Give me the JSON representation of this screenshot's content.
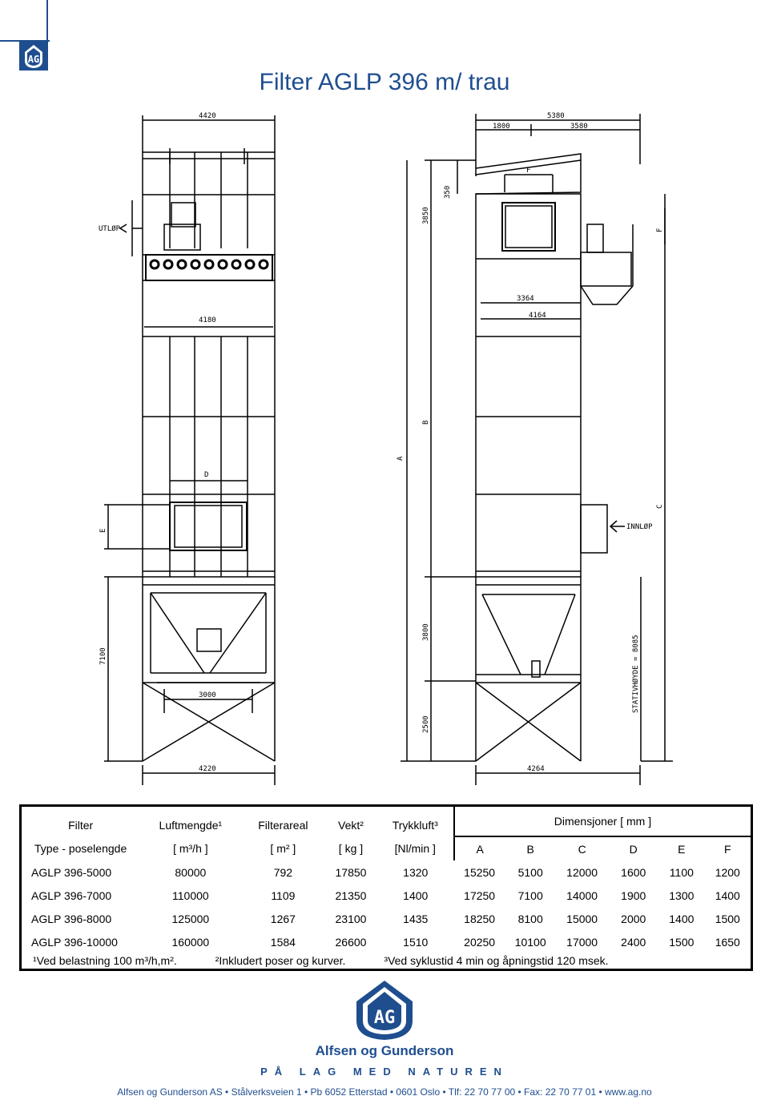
{
  "title": "Filter AGLP 396  m/ trau",
  "drawing": {
    "labels": {
      "w_top": "4420",
      "w_5380": "5380",
      "w_1800": "1800",
      "w_3580": "3580",
      "h_350": "350",
      "h_3850": "3850",
      "f_top": "F",
      "f_side": "F",
      "outlet": "UTLØP",
      "w_4180": "4180",
      "w_3364": "3364",
      "w_4164": "4164",
      "a": "A",
      "b": "B",
      "c": "C",
      "d": "D",
      "e": "E",
      "inlet": "INNLØP",
      "h_7100": "7100",
      "h_3800": "3800",
      "h_2500": "2500",
      "stand": "STATIVHØYDE = 8085",
      "w_3000": "3000",
      "w_4220": "4220",
      "w_4264": "4264"
    }
  },
  "table": {
    "headers": {
      "filter_line1": "Filter",
      "filter_line2": "Type - poselengde",
      "air_line1": "Luftmengde¹",
      "air_line2": "[ m³/h ]",
      "area_line1": "Filterareal",
      "area_line2": "[ m² ]",
      "weight_line1": "Vekt²",
      "weight_line2": "[ kg ]",
      "pressure_line1": "Trykkluft³",
      "pressure_line2": "[Nl/min ]",
      "dims": "Dimensjoner [ mm ]",
      "dim_cols": [
        "A",
        "B",
        "C",
        "D",
        "E",
        "F"
      ]
    },
    "rows": [
      [
        "AGLP 396-5000",
        "80000",
        "792",
        "17850",
        "1320",
        "15250",
        "5100",
        "12000",
        "1600",
        "1100",
        "1200"
      ],
      [
        "AGLP 396-7000",
        "110000",
        "1109",
        "21350",
        "1400",
        "17250",
        "7100",
        "14000",
        "1900",
        "1300",
        "1400"
      ],
      [
        "AGLP 396-8000",
        "125000",
        "1267",
        "23100",
        "1435",
        "18250",
        "8100",
        "15000",
        "2000",
        "1400",
        "1500"
      ],
      [
        "AGLP 396-10000",
        "160000",
        "1584",
        "26600",
        "1510",
        "20250",
        "10100",
        "17000",
        "2400",
        "1500",
        "1650"
      ]
    ],
    "footnotes": [
      "¹Ved belastning 100 m³/h,m².",
      "²Inkludert poser og kurver.",
      "³Ved syklustid 4 min og åpningstid 120 msek."
    ]
  },
  "footer": {
    "brand": "Alfsen og Gunderson",
    "slogan": "PÅ LAG MED NATUREN",
    "address": "Alfsen og Gunderson AS • Stålverksveien 1 • Pb 6052 Etterstad • 0601 Oslo • Tlf: 22 70 77 00 • Fax: 22 70 77 01 • www.ag.no",
    "colors": {
      "brand_blue": "#1f4e8f"
    }
  }
}
